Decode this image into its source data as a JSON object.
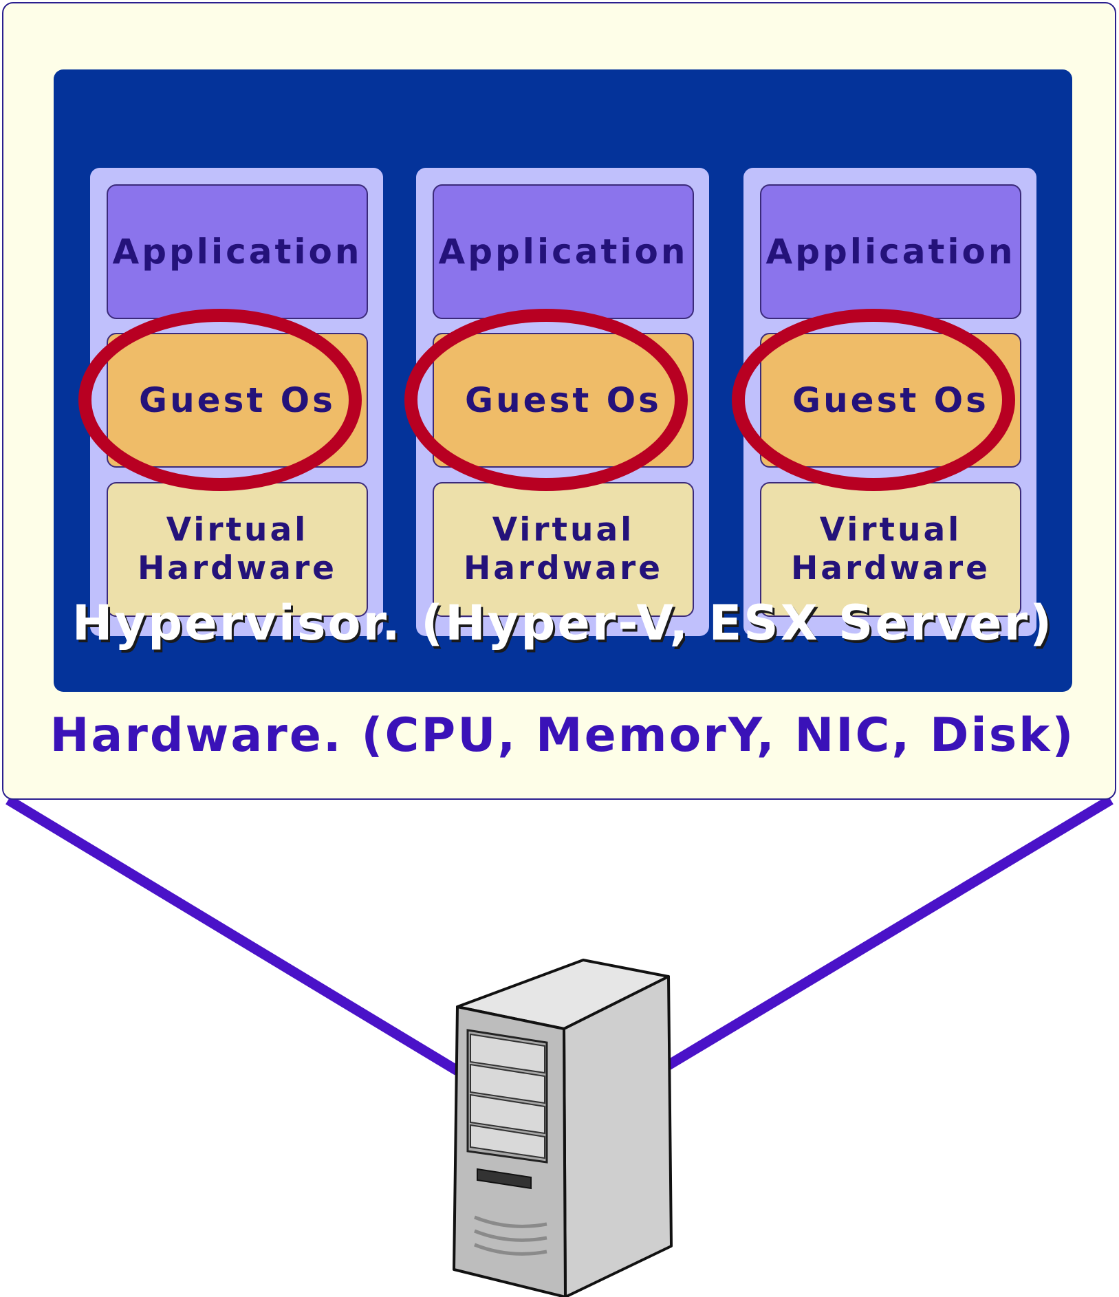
{
  "vms": [
    {
      "application": "Application",
      "guest_os": "Guest Os",
      "virtual_hw_line1": "Virtual",
      "virtual_hw_line2": "Hardware"
    },
    {
      "application": "Application",
      "guest_os": "Guest Os",
      "virtual_hw_line1": "Virtual",
      "virtual_hw_line2": "Hardware"
    },
    {
      "application": "Application",
      "guest_os": "Guest Os",
      "virtual_hw_line1": "Virtual",
      "virtual_hw_line2": "Hardware"
    }
  ],
  "hypervisor": {
    "label": "Hypervisor. (Hyper-V, ESX Server)"
  },
  "hardware": {
    "label": "Hardware. (CPU, MemorY, NIC, Disk)"
  },
  "colors": {
    "outer_panel": "#fefee8",
    "hypervisor": "#04339a",
    "vm_column": "#c0c0fc",
    "application": "#8b74ec",
    "guest_os": "#efbc68",
    "virtual_hardware": "#ede0aa",
    "highlight_ring": "#b80022",
    "connector_lines": "#4a12c8",
    "text_dark": "#24127a"
  },
  "icons": {
    "server": "server-tower-icon"
  }
}
